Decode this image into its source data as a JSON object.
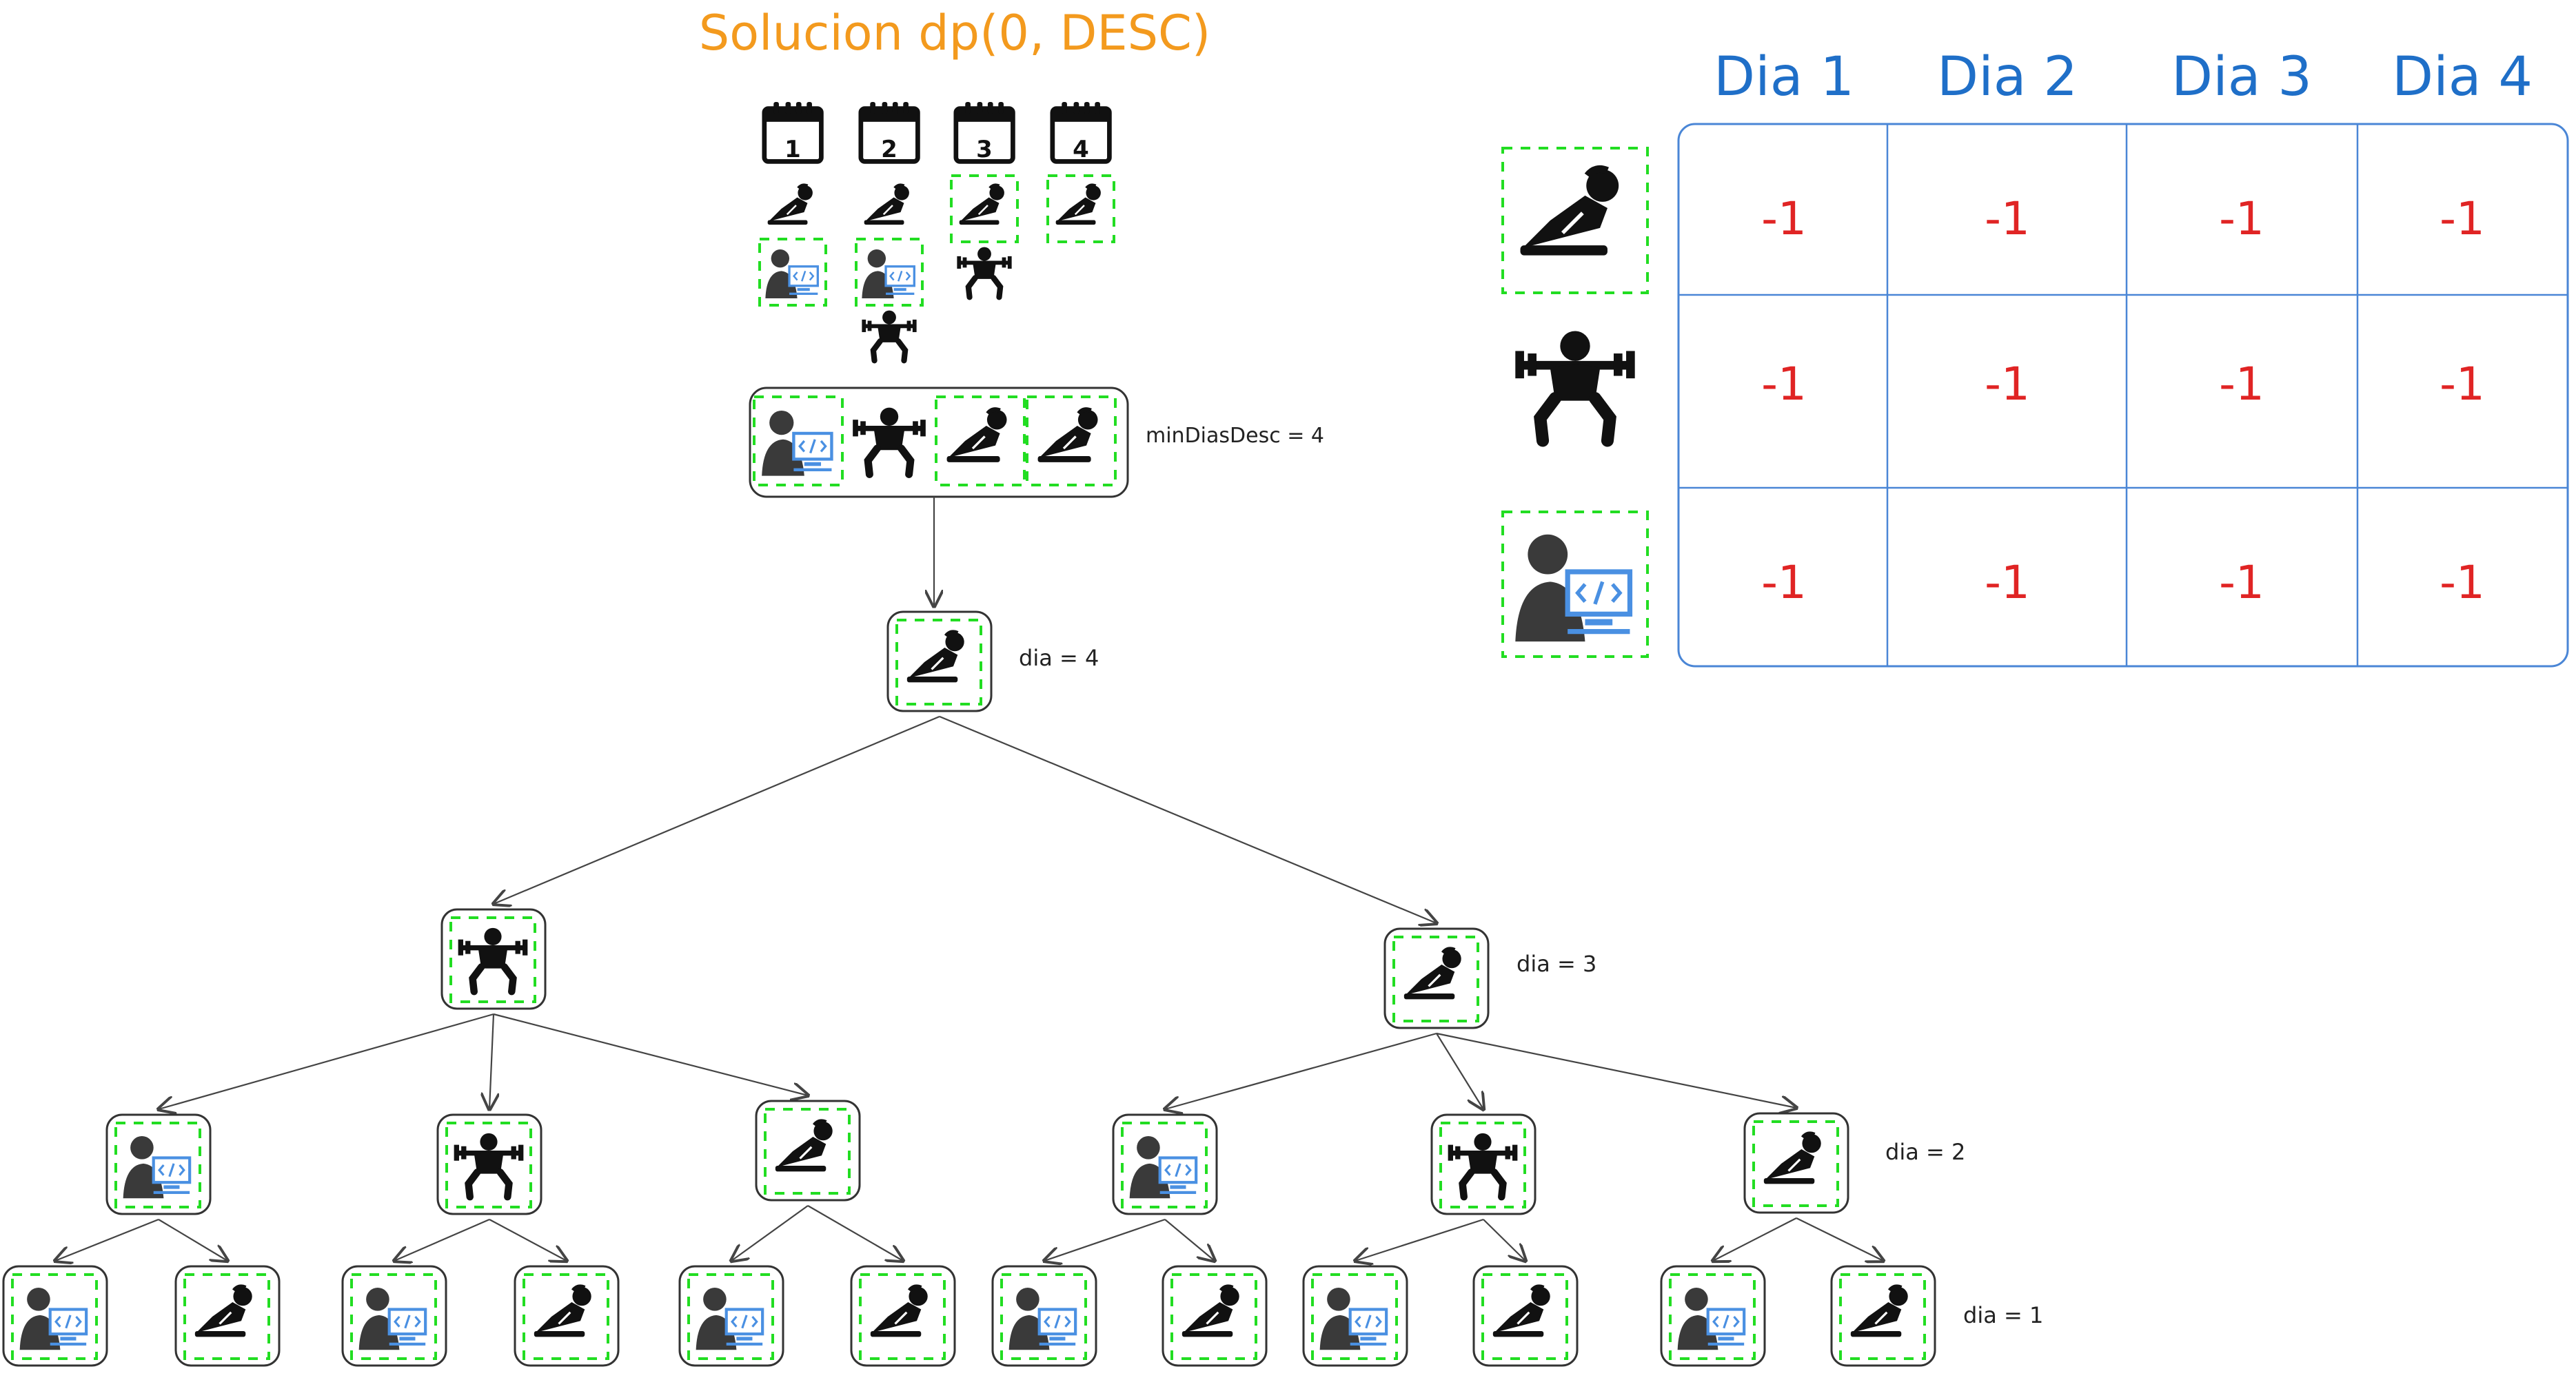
{
  "title": "Solucion dp(0, DESC)",
  "calendar_days": [
    "1",
    "2",
    "3",
    "4"
  ],
  "labels": {
    "min_dias_desc": "minDiasDesc = 4",
    "dia4": "dia = 4",
    "dia3": "dia = 3",
    "dia2": "dia = 2",
    "dia1": "dia = 1"
  },
  "memo_table": {
    "columns": [
      "Dia 1",
      "Dia 2",
      "Dia 3",
      "Dia 4"
    ],
    "rows": [
      {
        "activity": "descanso-icon",
        "values": [
          "-1",
          "-1",
          "-1",
          "-1"
        ]
      },
      {
        "activity": "gimnasio-icon",
        "values": [
          "-1",
          "-1",
          "-1",
          "-1"
        ]
      },
      {
        "activity": "trabajo-icon",
        "values": [
          "-1",
          "-1",
          "-1",
          "-1"
        ]
      }
    ]
  },
  "calendar_schedule": [
    [
      "descanso-icon",
      "trabajo-icon"
    ],
    [
      "descanso-icon",
      "trabajo-icon",
      "gimnasio-icon"
    ],
    [
      "descanso-icon",
      "gimnasio-icon"
    ],
    [
      "descanso-icon"
    ]
  ],
  "sequence_box": [
    "trabajo-icon",
    "gimnasio-icon",
    "descanso-icon",
    "descanso-icon"
  ],
  "tree": {
    "root": "descanso-icon",
    "level3": [
      "gimnasio-icon",
      "descanso-icon"
    ],
    "level2": [
      "trabajo-icon",
      "gimnasio-icon",
      "descanso-icon",
      "trabajo-icon",
      "gimnasio-icon",
      "descanso-icon"
    ],
    "level1": [
      "trabajo-icon",
      "descanso-icon",
      "trabajo-icon",
      "descanso-icon",
      "trabajo-icon",
      "descanso-icon",
      "trabajo-icon",
      "descanso-icon",
      "trabajo-icon",
      "descanso-icon",
      "trabajo-icon",
      "descanso-icon"
    ]
  },
  "colors": {
    "title": "#f39a1e",
    "table_header": "#1f6fc8",
    "table_grid": "#4a86d6",
    "cell_value": "#e02424",
    "highlight_dash": "#22dd22",
    "icon": "#111111",
    "monitor": "#4a90e2",
    "person_gray": "#3a3a3a"
  }
}
